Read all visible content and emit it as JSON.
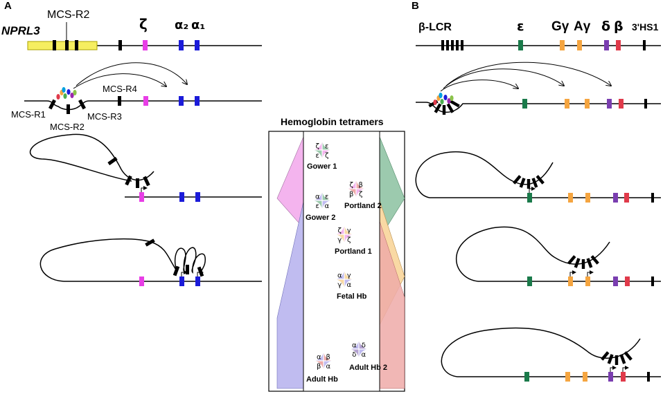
{
  "colors": {
    "zeta": "#e83ee6",
    "alpha": "#1b1bd9",
    "epsilon": "#1a7a4a",
    "gamma": "#f5a540",
    "delta": "#7a3eb0",
    "beta": "#e03a4a",
    "nprl3": "#f6ee60",
    "alpha_light": "#c0bcf0",
    "zeta_light": "#f4b4ee",
    "epsilon_light": "#9ccaae",
    "gamma_light": "#f9d9a4",
    "beta_light": "#eeaaa8",
    "delta_light": "#b4a2d2",
    "tf_dots": [
      "#e03a4a",
      "#f5a540",
      "#4caf50",
      "#1b1bd9",
      "#9c27b0",
      "#8bc34a",
      "#00a0e0"
    ]
  },
  "panel_a": {
    "letter": "A",
    "gene_nprl3": "NPRL3",
    "mcs_r2_top": "MCS-R2",
    "zeta_label": "ζ",
    "alpha2_label": "α₂",
    "alpha1_label": "α₁",
    "mcs_r1": "MCS-R1",
    "mcs_r2": "MCS-R2",
    "mcs_r3": "MCS-R3",
    "mcs_r4": "MCS-R4"
  },
  "panel_b": {
    "letter": "B",
    "lcr_label": "β-LCR",
    "epsilon_label": "ε",
    "ggamma_label": "Gγ",
    "agamma_label": "Aγ",
    "delta_label": "δ",
    "beta_label": "β",
    "hs1_label": "3'HS1"
  },
  "tetramer_box": {
    "title": "Hemoglobin tetramers",
    "items": [
      {
        "name": "Gower 1",
        "q": [
          "ζ",
          "ε",
          "ε",
          "ζ"
        ]
      },
      {
        "name": "Gower 2",
        "q": [
          "α",
          "ε",
          "ε",
          "α"
        ]
      },
      {
        "name": "Portland 2",
        "q": [
          "ζ",
          "β",
          "β",
          "ζ"
        ]
      },
      {
        "name": "Portland 1",
        "q": [
          "ζ",
          "γ",
          "γ",
          "ζ"
        ]
      },
      {
        "name": "Fetal Hb",
        "q": [
          "α",
          "γ",
          "γ",
          "α"
        ]
      },
      {
        "name": "Adult Hb",
        "q": [
          "α",
          "β",
          "β",
          "α"
        ]
      },
      {
        "name": "Adult Hb 2",
        "q": [
          "α",
          "δ",
          "δ",
          "α"
        ]
      }
    ]
  }
}
